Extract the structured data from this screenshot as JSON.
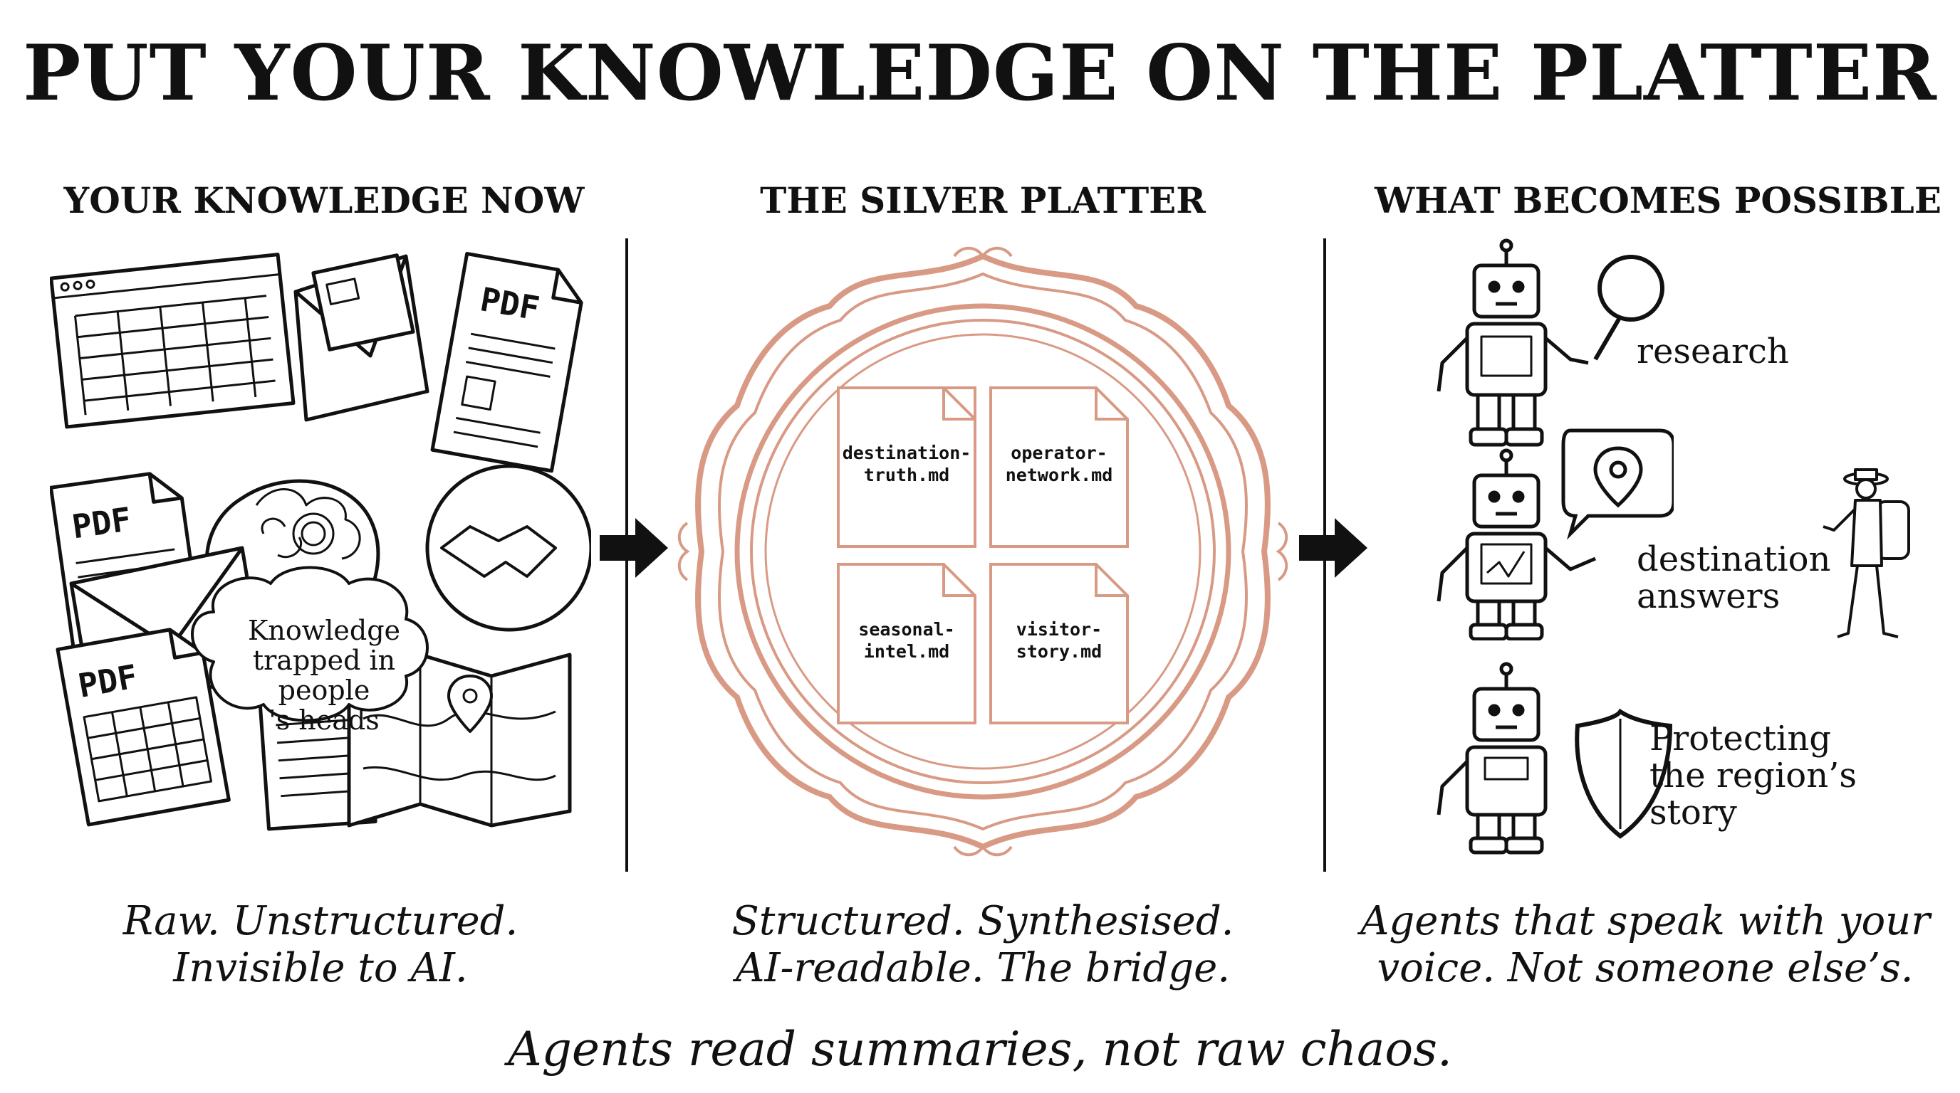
{
  "title": "PUT YOUR KNOWLEDGE ON THE PLATTER",
  "columns": [
    {
      "heading": "YOUR KNOWLEDGE NOW",
      "caption_line1": "Raw. Unstructured.",
      "caption_line2": "Invisible to AI.",
      "pdf_label": "PDF",
      "bubble_line1": "Knowledge",
      "bubble_line2": "trapped in people",
      "bubble_line3": "'s heads"
    },
    {
      "heading": "THE SILVER PLATTER",
      "caption_line1": "Structured. Synthesised.",
      "caption_line2": "AI-readable. The bridge.",
      "files": [
        {
          "line1": "destination-",
          "line2": "truth.md"
        },
        {
          "line1": "operator-",
          "line2": "network.md"
        },
        {
          "line1": "seasonal-",
          "line2": "intel.md"
        },
        {
          "line1": "visitor-",
          "line2": "story.md"
        }
      ]
    },
    {
      "heading": "WHAT BECOMES POSSIBLE",
      "caption_line1": "Agents that speak with your",
      "caption_line2": "voice. Not someone else’s.",
      "robots": [
        {
          "line1": "research",
          "line2": "",
          "line3": ""
        },
        {
          "line1": "destination",
          "line2": "answers",
          "line3": ""
        },
        {
          "line1": "Protecting",
          "line2": "the region’s",
          "line3": "story"
        }
      ]
    }
  ],
  "tagline": "Agents read summaries, not raw chaos.",
  "colors": {
    "ink": "#111111",
    "platter": "#d99a85",
    "paper": "#ffffff"
  },
  "icons": [
    "spreadsheet-icon",
    "envelope-icon",
    "pdf-document-icon",
    "head-brain-icon",
    "handshake-icon",
    "map-icon",
    "robot-icon",
    "magnifier-icon",
    "location-pin-icon",
    "shield-icon",
    "traveller-icon",
    "arrow-right-icon"
  ]
}
